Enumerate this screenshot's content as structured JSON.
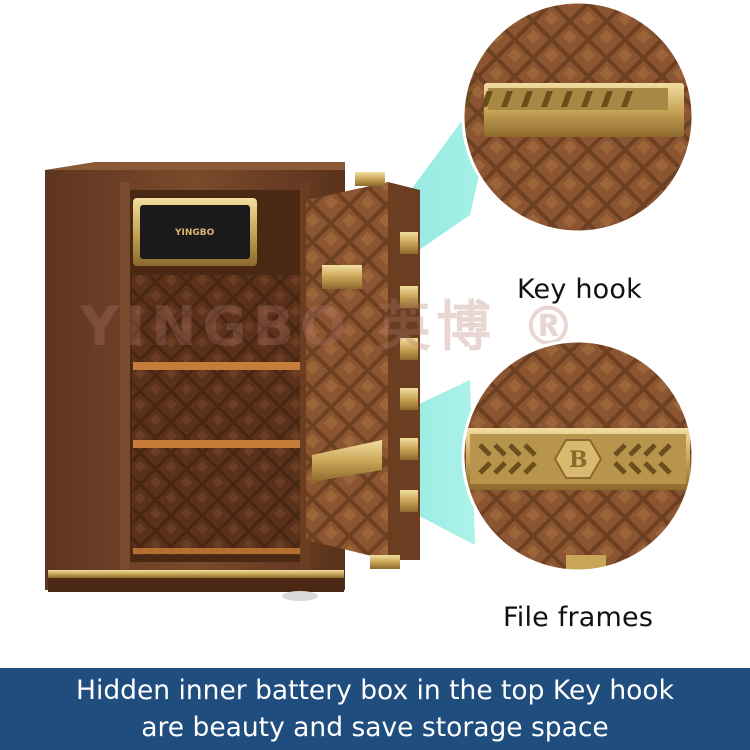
{
  "brand": {
    "logo_text": "YINGBO",
    "watermark_text": "YINGBO 英博 ®"
  },
  "callouts": {
    "key_hook_label": "Key hook",
    "file_frames_label": "File frames"
  },
  "banner": {
    "line1": "Hidden inner battery box in the top Key hook",
    "line2": "are beauty and save storage space"
  },
  "colors": {
    "banner_bg": "#1f4d7e",
    "safe_brown": "#6b3e22",
    "gold_trim": "#d9b870",
    "spotlight": "#3fd9c9",
    "leather": "#8a5530"
  }
}
